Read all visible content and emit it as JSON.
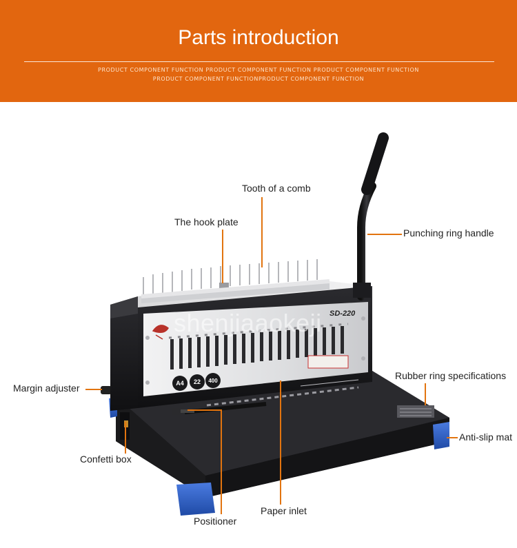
{
  "banner": {
    "title": "Parts introduction",
    "subtitle_line1": "PRODUCT COMPONENT FUNCTION PRODUCT COMPONENT FUNCTION PRODUCT COMPONENT FUNCTION",
    "subtitle_line2": "PRODUCT COMPONENT FUNCTIONPRODUCT COMPONENT FUNCTION",
    "color": "#e2660f"
  },
  "machine": {
    "model": "SD-220",
    "badges": [
      "A4",
      "22",
      "400"
    ],
    "watermark": "shenjiaaokeji",
    "body_color": "#1f1f22",
    "panel_color": "#e8e8ea",
    "foot_color": "#2f5fb8"
  },
  "callouts": {
    "tooth_of_comb": "Tooth of a comb",
    "hook_plate": "The hook plate",
    "punching_ring_handle": "Punching ring handle",
    "margin_adjuster": "Margin adjuster",
    "rubber_ring_specifications": "Rubber ring specifications",
    "anti_slip_mat": "Anti-slip mat",
    "confetti_box": "Confetti box",
    "positioner": "Positioner",
    "paper_inlet": "Paper inlet",
    "leader_color": "#e2740f"
  }
}
